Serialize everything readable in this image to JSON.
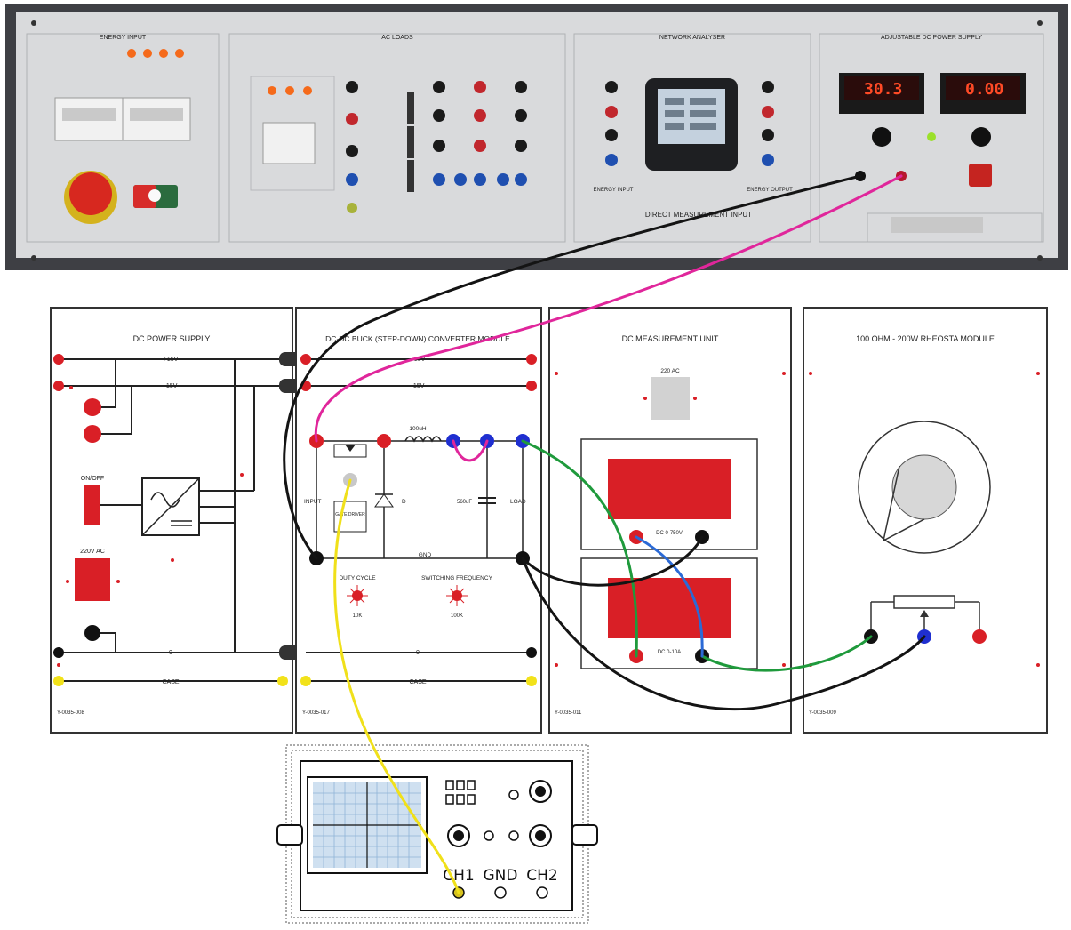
{
  "top_panel": {
    "sections": [
      "ENERGY INPUT",
      "AC LOADS",
      "NETWORK ANALYSER",
      "ADJUSTABLE DC POWER SUPPLY"
    ],
    "voltage_display": "30.3",
    "current_display": "0.00",
    "analyser_left_label": "ENERGY INPUT",
    "analyser_right_label": "ENERGY OUTPUT",
    "warning_text": "DIRECT MEASUREMENT INPUT"
  },
  "modules": {
    "dc_power_supply": {
      "title": "DC POWER SUPPLY",
      "rail_plus": "+15V",
      "rail_minus": "-15V",
      "onoff": "ON/OFF",
      "ac_label": "220V AC",
      "ground": "0",
      "case": "CASE",
      "code": "Y-0035-008"
    },
    "buck_converter": {
      "title": "DC-DC BUCK (STEP-DOWN) CONVERTER MODULE",
      "rail_plus": "+15V",
      "rail_minus": "-15V",
      "inductor": "100uH",
      "capacitor": "560uF",
      "input": "INPUT",
      "load": "LOAD",
      "diode": "D",
      "gate": "GATE DRIVER",
      "gnd": "GND",
      "duty": "DUTY CYCLE",
      "duty_val": "10K",
      "freq": "SWITCHING FREQUENCY",
      "freq_val": "100K",
      "ground": "0",
      "case": "CASE",
      "code": "Y-0035-017"
    },
    "measurement": {
      "title": "DC MEASUREMENT UNIT",
      "ac_label": "220 AC",
      "volt_meter": "DC 0-750V",
      "amp_meter": "DC 0-10A",
      "code": "Y-0035-011"
    },
    "rheostat": {
      "title": "100 OHM - 200W RHEOSTA MODULE",
      "code": "Y-0035-009"
    }
  },
  "oscilloscope": {
    "ch1": "CH1",
    "gnd": "GND",
    "ch2": "CH2"
  }
}
